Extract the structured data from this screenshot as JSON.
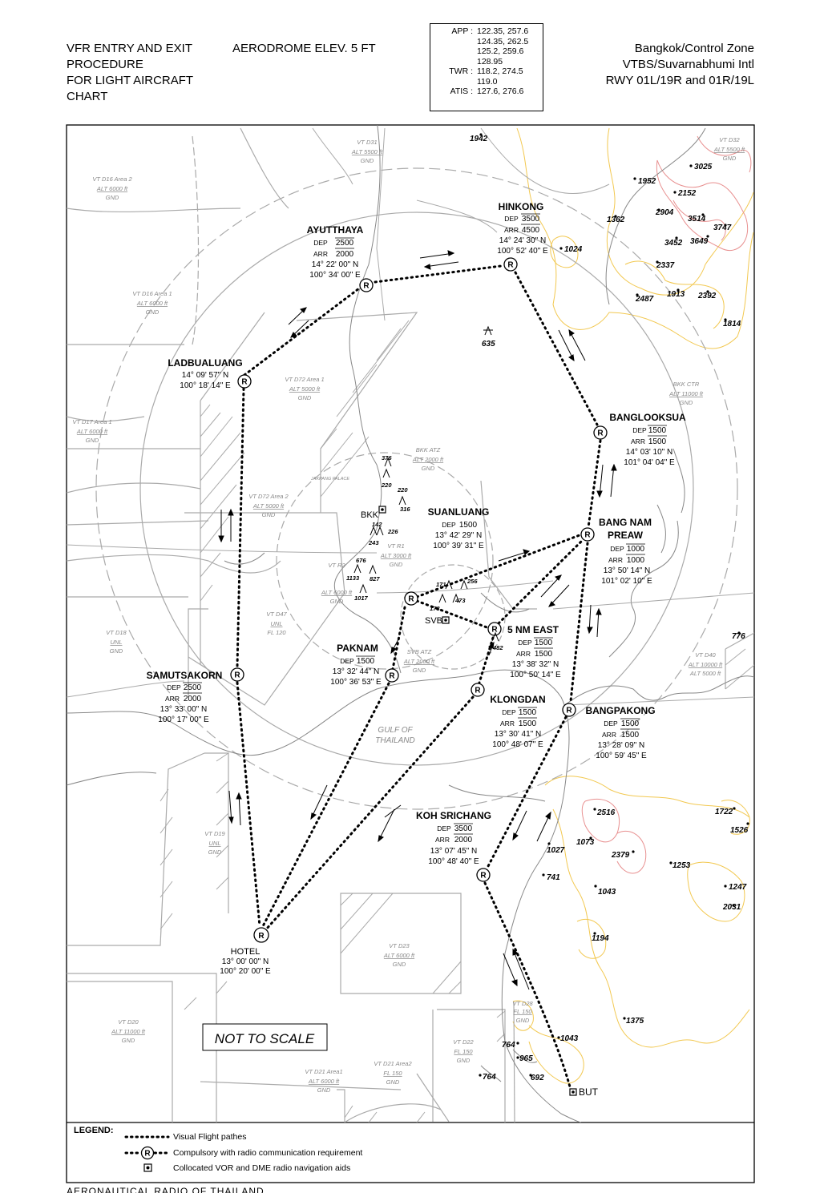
{
  "header": {
    "title_lines": [
      "VFR ENTRY AND EXIT",
      "PROCEDURE",
      "FOR LIGHT AIRCRAFT",
      "CHART"
    ],
    "elevation": "AERODROME ELEV. 5 FT",
    "location_lines": [
      "Bangkok/Control Zone",
      "VTBS/Suvarnabhumi Intl",
      "RWY 01L/19R and 01R/19L"
    ]
  },
  "frequencies": [
    {
      "key": "APP :",
      "value": "122.35, 257.6"
    },
    {
      "key": "",
      "value": "124.35, 262.5"
    },
    {
      "key": "",
      "value": "125.2, 259.6"
    },
    {
      "key": "",
      "value": "128.95"
    },
    {
      "key": "TWR :",
      "value": "118.2, 274.5"
    },
    {
      "key": "",
      "value": "119.0"
    },
    {
      "key": "ATIS :",
      "value": "127.6, 276.6"
    }
  ],
  "waypoints": {
    "ayutthaya": {
      "name": "AYUTTHAYA",
      "dep": "2500",
      "arr": "2000",
      "lat": "14° 22' 00\" N",
      "lon": "100° 34' 00\" E"
    },
    "hinkong": {
      "name": "HINKONG",
      "dep": "3500",
      "arr": "4500",
      "lat": "14° 24' 30\" N",
      "lon": "100° 52' 40\" E"
    },
    "ladbualuang": {
      "name": "LADBUALUANG",
      "lat": "14° 09' 57\" N",
      "lon": "100° 18' 14\" E"
    },
    "banglooksua": {
      "name": "BANGLOOKSUA",
      "dep": "1500",
      "arr": "1500",
      "lat": "14° 03' 10\" N",
      "lon": "101° 04' 04\" E"
    },
    "suanluang": {
      "name": "SUANLUANG",
      "dep": "1500",
      "lat": "13° 42' 29\" N",
      "lon": "100° 39' 31\" E"
    },
    "bangnampreaw": {
      "name1": "BANG NAM",
      "name2": "PREAW",
      "dep": "1000",
      "arr": "1000",
      "lat": "13° 50' 14\" N",
      "lon": "101° 02' 10\" E"
    },
    "fivenmeast": {
      "name": "5 NM EAST",
      "dep": "1500",
      "arr": "1500",
      "lat": "13° 38' 32\" N",
      "lon": "100° 50' 14\" E"
    },
    "paknam": {
      "name": "PAKNAM",
      "dep": "1500",
      "lat": "13° 32' 44\" N",
      "lon": "100° 36' 53\" E"
    },
    "samutsakorn": {
      "name": "SAMUTSAKORN",
      "dep": "2500",
      "arr": "2000",
      "lat": "13° 33' 00\" N",
      "lon": "100° 17' 00\" E"
    },
    "klongdan": {
      "name": "KLONGDAN",
      "dep": "1500",
      "arr": "1500",
      "lat": "13° 30' 41\" N",
      "lon": "100° 48' 07\" E"
    },
    "bangpakong": {
      "name": "BANGPAKONG",
      "dep": "1500",
      "arr": "1500",
      "lat": "13° 28' 09\" N",
      "lon": "100° 59' 45\" E"
    },
    "kohsrichang": {
      "name": "KOH SRICHANG",
      "dep": "3500",
      "arr": "2000",
      "lat": "13° 07' 45\" N",
      "lon": "100° 48' 40\" E"
    },
    "hotel": {
      "name": "HOTEL",
      "lat": "13° 00' 00\" N",
      "lon": "100° 20' 00\" E"
    }
  },
  "labels": {
    "dep": "DEP",
    "arr": "ARR",
    "r": "R",
    "bkk": "BKK",
    "svb": "SVB",
    "but": "BUT",
    "gulf1": "GULF OF",
    "gulf2": "THAILAND",
    "not_to_scale": "NOT TO SCALE",
    "palace": "JAKPANG PALACE"
  },
  "airspace": [
    {
      "id": "d31",
      "l1": "VT D31",
      "l2": "ALT 5500 ft",
      "l3": "GND"
    },
    {
      "id": "d32",
      "l1": "VT D32",
      "l2": "ALT 5500 ft",
      "l3": "GND"
    },
    {
      "id": "d16a2",
      "l1": "VT D16 Area 2",
      "l2": "ALT 6000 ft",
      "l3": "GND"
    },
    {
      "id": "d16a1",
      "l1": "VT D16 Area 1",
      "l2": "ALT 6000 ft",
      "l3": "GND"
    },
    {
      "id": "d72a1",
      "l1": "VT D72 Area 1",
      "l2": "ALT 5000 ft",
      "l3": "GND"
    },
    {
      "id": "d17a1",
      "l1": "VT D17 Area 1",
      "l2": "ALT 6000 ft",
      "l3": "GND"
    },
    {
      "id": "bkkctr",
      "l1": "BKK CTR",
      "l2": "ALT 11000 ft",
      "l3": "GND"
    },
    {
      "id": "bkkatz",
      "l1": "BKK ATZ",
      "l2": "ALT 2000 ft",
      "l3": "GND"
    },
    {
      "id": "d72a2",
      "l1": "VT D72 Area 2",
      "l2": "ALT 5000 ft",
      "l3": "GND"
    },
    {
      "id": "r1",
      "l1": "VT R1",
      "l2": "ALT 3000 ft",
      "l3": "GND"
    },
    {
      "id": "r2",
      "l1": "VT R2",
      "l2": "ALT 6000 ft",
      "l3": "GND"
    },
    {
      "id": "d47",
      "l1": "VT D47",
      "l2": "UNL",
      "l3": "FL 120"
    },
    {
      "id": "d18",
      "l1": "VT D18",
      "l2": "UNL",
      "l3": "GND"
    },
    {
      "id": "svbatz",
      "l1": "SVB ATZ",
      "l2": "ALT 2000 ft",
      "l3": "GND"
    },
    {
      "id": "d40",
      "l1": "VT D40",
      "l2": "ALT 10000 ft",
      "l3": "ALT 5000 ft"
    },
    {
      "id": "d19",
      "l1": "VT D19",
      "l2": "UNL",
      "l3": "GND"
    },
    {
      "id": "d23",
      "l1": "VT D23",
      "l2": "ALT 6000 ft",
      "l3": "GND"
    },
    {
      "id": "d20",
      "l1": "VT D20",
      "l2": "ALT 11000 ft",
      "l3": "GND"
    },
    {
      "id": "d21a1",
      "l1": "VT D21 Area1",
      "l2": "ALT 6000 ft",
      "l3": "GND"
    },
    {
      "id": "d21a2",
      "l1": "VT D21 Area2",
      "l2": "FL 150",
      "l3": "GND"
    },
    {
      "id": "d22",
      "l1": "VT D22",
      "l2": "FL 150",
      "l3": "GND"
    },
    {
      "id": "d28",
      "l1": "VT D28",
      "l2": "FL 150",
      "l3": "GND"
    }
  ],
  "elevations": [
    "1942",
    "3025",
    "1952",
    "2152",
    "1362",
    "2904",
    "3514",
    "3747",
    "1024",
    "3452",
    "3649",
    "2337",
    "2487",
    "1913",
    "2392",
    "1814",
    "635",
    "776",
    "376",
    "220",
    "220",
    "316",
    "142",
    "226",
    "243",
    "676",
    "827",
    "1133",
    "1017",
    "171",
    "256",
    "178",
    "473",
    "482",
    "2516",
    "1722",
    "1526",
    "1073",
    "1027",
    "2379",
    "1253",
    "741",
    "1043",
    "1247",
    "2031",
    "1194",
    "1375",
    "1043",
    "764",
    "965",
    "764",
    "692"
  ],
  "legend": {
    "title": "LEGEND:",
    "visual": "Visual Flight pathes",
    "compulsory": "Compulsory with radio communication requirement",
    "vor": "Collocated VOR and DME radio navigation aids"
  },
  "footer": "AERONAUTICAL RADIO OF THAILAND"
}
